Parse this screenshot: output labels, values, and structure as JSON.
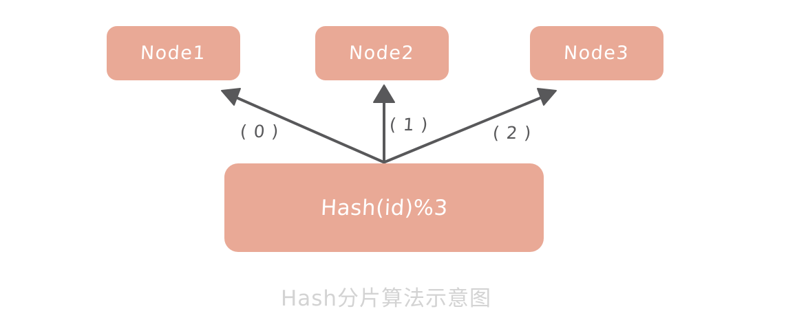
{
  "diagram": {
    "caption": "Hash分片算法示意图",
    "colors": {
      "box_fill": "#e9a996",
      "box_text": "#ffffff",
      "arrow": "#58585a",
      "label_text": "#58585a",
      "caption_text": "#d3d3d3",
      "background": "#ffffff"
    },
    "nodes": [
      {
        "id": "node-1",
        "label": "Node1"
      },
      {
        "id": "node-2",
        "label": "Node2"
      },
      {
        "id": "node-3",
        "label": "Node3"
      }
    ],
    "source": {
      "id": "hash-box",
      "label": "Hash(id)%3"
    },
    "edges": [
      {
        "from": "hash-box",
        "to": "node-1",
        "label": "( 0 )"
      },
      {
        "from": "hash-box",
        "to": "node-2",
        "label": "( 1 )"
      },
      {
        "from": "hash-box",
        "to": "node-3",
        "label": "( 2 )"
      }
    ]
  }
}
